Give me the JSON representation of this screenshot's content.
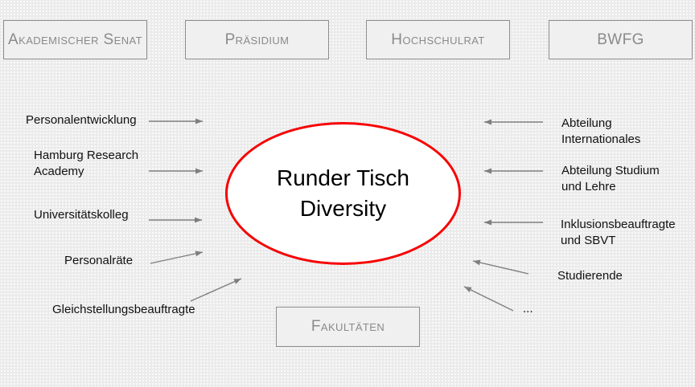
{
  "colors": {
    "background": "#ebebeb",
    "box_fill": "#f0f0f0",
    "box_border": "#8c8c8c",
    "box_text": "#8a8a8a",
    "ellipse_fill": "#ffffff",
    "accent_red": "#f70000",
    "arrow_gray": "#7f7f7f",
    "label_text": "#111111"
  },
  "center": {
    "label": "Runder Tisch\nDiversity"
  },
  "top_boxes": [
    {
      "label": "Akademischer Senat"
    },
    {
      "label": "Präsidium"
    },
    {
      "label": "Hochschulrat"
    },
    {
      "label": "BWFG"
    }
  ],
  "bottom_box": {
    "label": "Fakultäten"
  },
  "left_items": [
    {
      "label": "Personalentwicklung"
    },
    {
      "label": "Hamburg Research\nAcademy"
    },
    {
      "label": "Universitätskolleg"
    },
    {
      "label": "Personalräte"
    },
    {
      "label": "Gleichstellungsbeauftragte"
    }
  ],
  "right_items": [
    {
      "label": "Abteilung\nInternationales"
    },
    {
      "label": "Abteilung Studium\nund Lehre"
    },
    {
      "label": "Inklusionsbeauftragte\nund SBVT"
    },
    {
      "label": "Studierende"
    },
    {
      "label": "..."
    }
  ]
}
